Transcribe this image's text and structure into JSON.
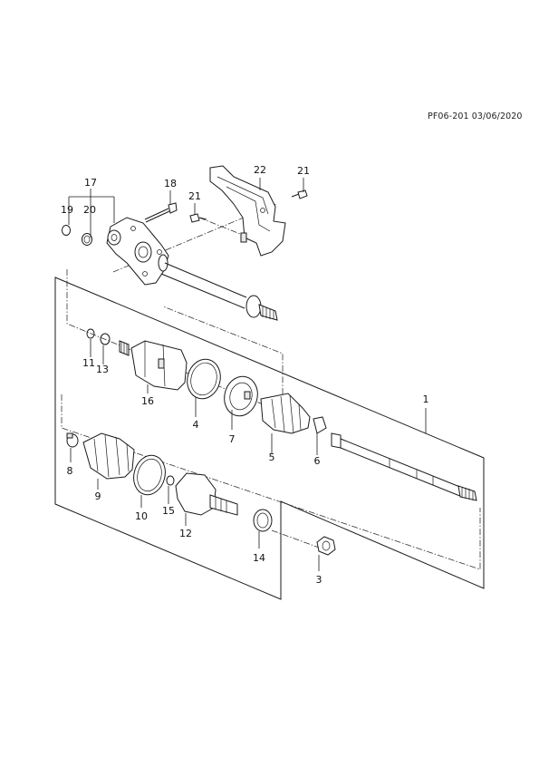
{
  "header": {
    "reference": "PF06-201 03/06/2020"
  },
  "callouts": [
    {
      "id": "c1",
      "label": "1"
    },
    {
      "id": "c3",
      "label": "3"
    },
    {
      "id": "c4",
      "label": "4"
    },
    {
      "id": "c5",
      "label": "5"
    },
    {
      "id": "c6",
      "label": "6"
    },
    {
      "id": "c7",
      "label": "7"
    },
    {
      "id": "c8",
      "label": "8"
    },
    {
      "id": "c9",
      "label": "9"
    },
    {
      "id": "c10",
      "label": "10"
    },
    {
      "id": "c11",
      "label": "11"
    },
    {
      "id": "c12",
      "label": "12"
    },
    {
      "id": "c13",
      "label": "13"
    },
    {
      "id": "c14",
      "label": "14"
    },
    {
      "id": "c15",
      "label": "15"
    },
    {
      "id": "c16",
      "label": "16"
    },
    {
      "id": "c17",
      "label": "17"
    },
    {
      "id": "c18",
      "label": "18"
    },
    {
      "id": "c19",
      "label": "19"
    },
    {
      "id": "c20",
      "label": "20"
    },
    {
      "id": "c21a",
      "label": "21"
    },
    {
      "id": "c21b",
      "label": "21"
    },
    {
      "id": "c22",
      "label": "22"
    }
  ]
}
